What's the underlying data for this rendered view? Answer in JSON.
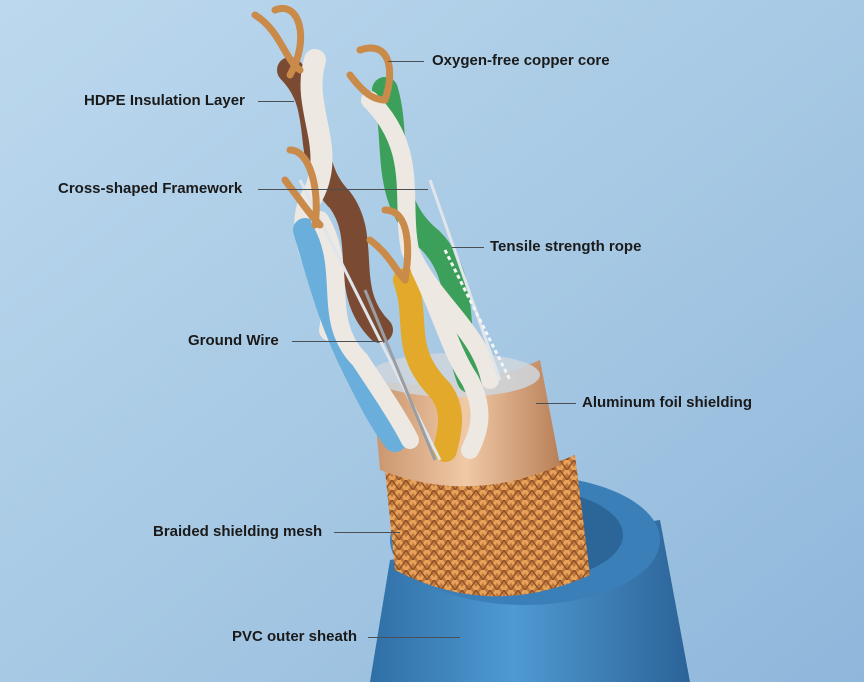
{
  "diagram": {
    "labels": {
      "oxygen_free_copper_core": "Oxygen-free copper core",
      "hdpe_insulation_layer": "HDPE Insulation Layer",
      "cross_shaped_framework": "Cross-shaped Framework",
      "tensile_strength_rope": "Tensile strength rope",
      "ground_wire": "Ground Wire",
      "aluminum_foil_shielding": "Aluminum foil shielding",
      "braided_shielding_mesh": "Braided shielding mesh",
      "pvc_outer_sheath": "PVC outer sheath"
    },
    "colors": {
      "background": "#a9cbe6",
      "sheath": "#3f86bf",
      "copper": "#c98a4a",
      "brown_wire": "#7a4a32",
      "green_wire": "#3da05a",
      "blue_wire": "#6aaedc",
      "orange_wire": "#e2a92a"
    }
  }
}
